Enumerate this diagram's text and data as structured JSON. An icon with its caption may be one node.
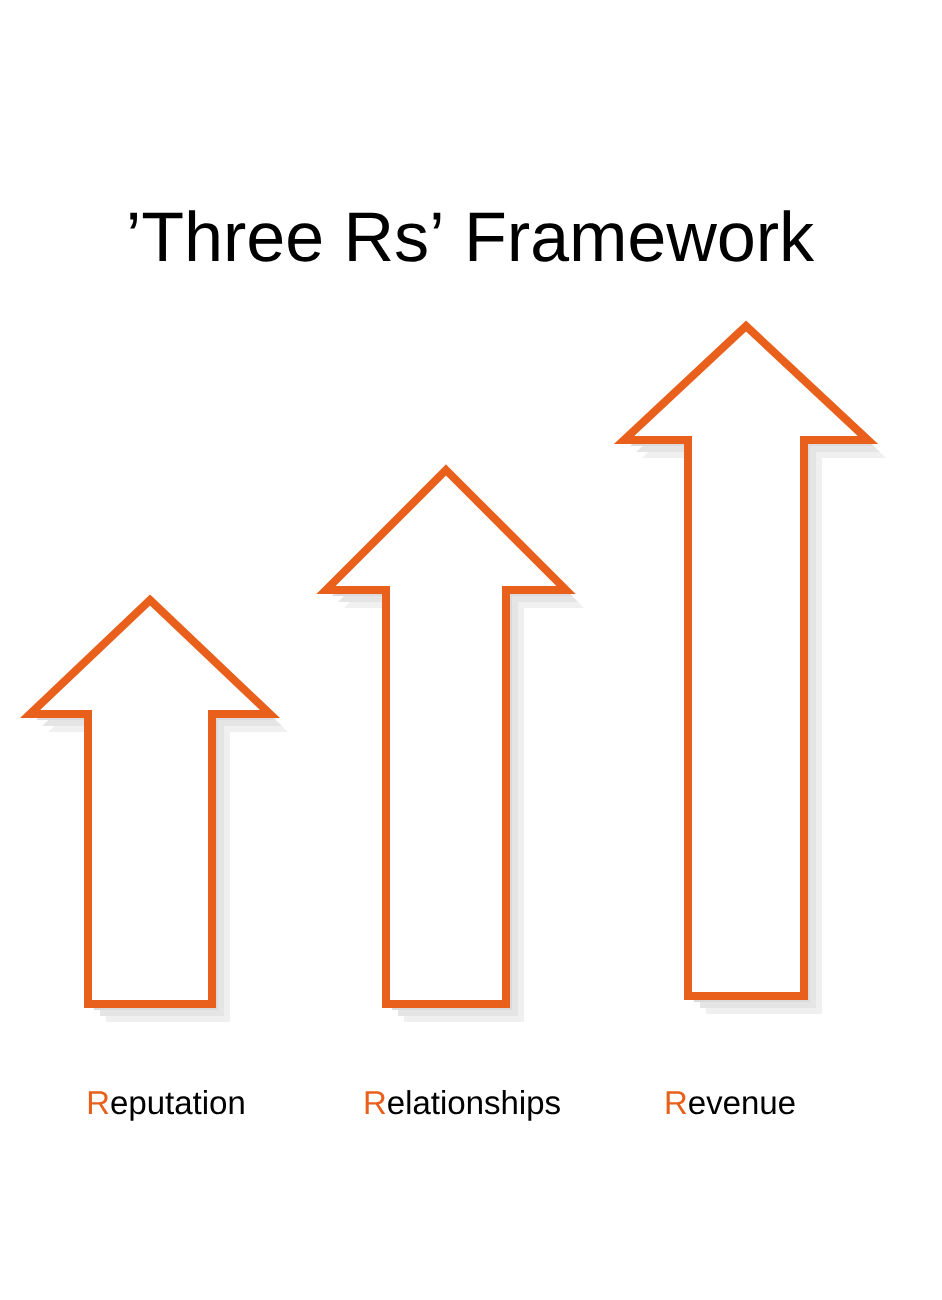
{
  "diagram": {
    "title": "’Three Rs’ Framework",
    "nodes": [
      {
        "text": [],
        "shape": "arrow",
        "beside": [
          "Reputation"
        ]
      },
      {
        "text": [],
        "shape": "arrow",
        "beside": [
          "Relationships"
        ]
      },
      {
        "text": [],
        "shape": "arrow",
        "beside": [
          "Revenue"
        ]
      }
    ]
  }
}
